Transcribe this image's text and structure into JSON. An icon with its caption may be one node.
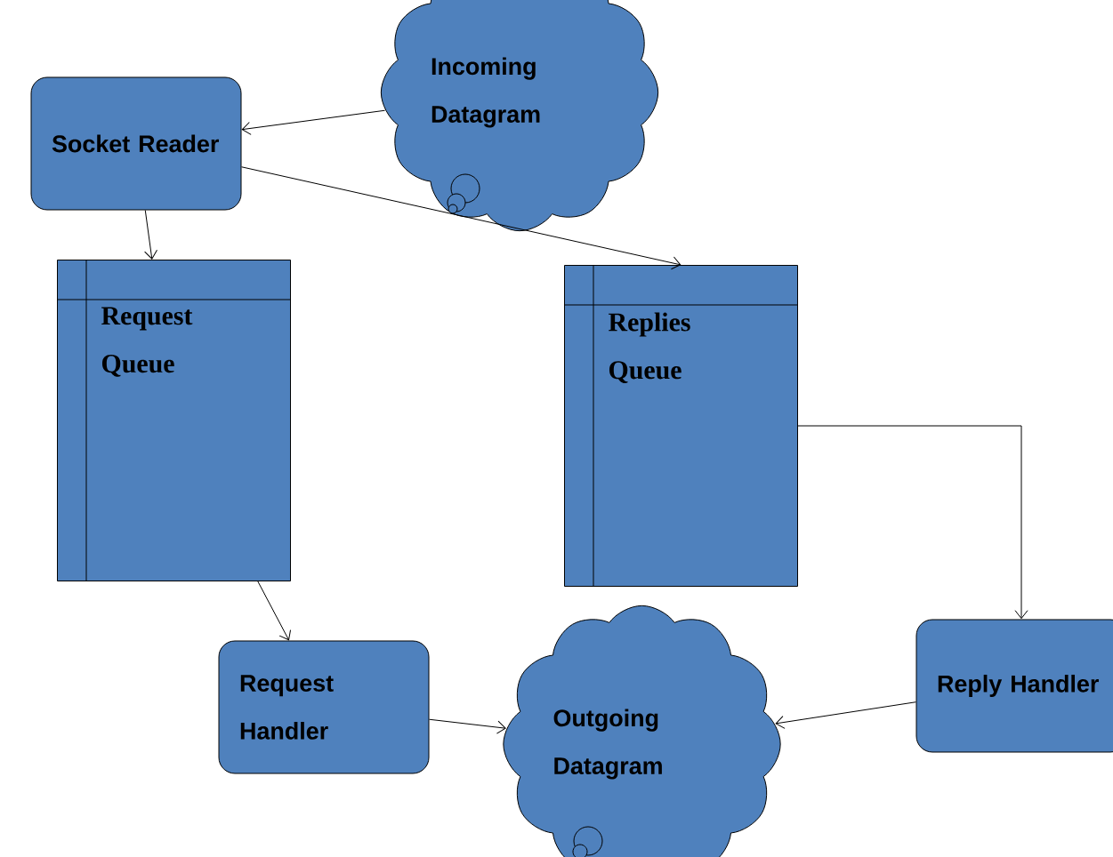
{
  "diagram": {
    "nodes": [
      {
        "text": [
          "Socket Reader"
        ]
      },
      {
        "text": [
          "Incoming Datagram"
        ]
      },
      {
        "text": [
          "Request Queue"
        ]
      },
      {
        "text": [
          "Replies Queue"
        ]
      },
      {
        "text": [
          "Request Handler"
        ]
      },
      {
        "text": [
          "Outgoing Datagram"
        ]
      },
      {
        "text": [
          "Reply Handler"
        ]
      }
    ],
    "edges": [
      {
        "from": 1,
        "to": 0,
        "arrow": "to"
      },
      {
        "from": 0,
        "to": 2,
        "arrow": "to"
      },
      {
        "from": 0,
        "to": 3,
        "arrow": "to"
      },
      {
        "from": 2,
        "to": 4,
        "arrow": "to"
      },
      {
        "from": 4,
        "to": 5,
        "arrow": "to"
      },
      {
        "from": 3,
        "to": 6,
        "arrow": "to"
      },
      {
        "from": 6,
        "to": 5,
        "arrow": "to"
      }
    ]
  }
}
